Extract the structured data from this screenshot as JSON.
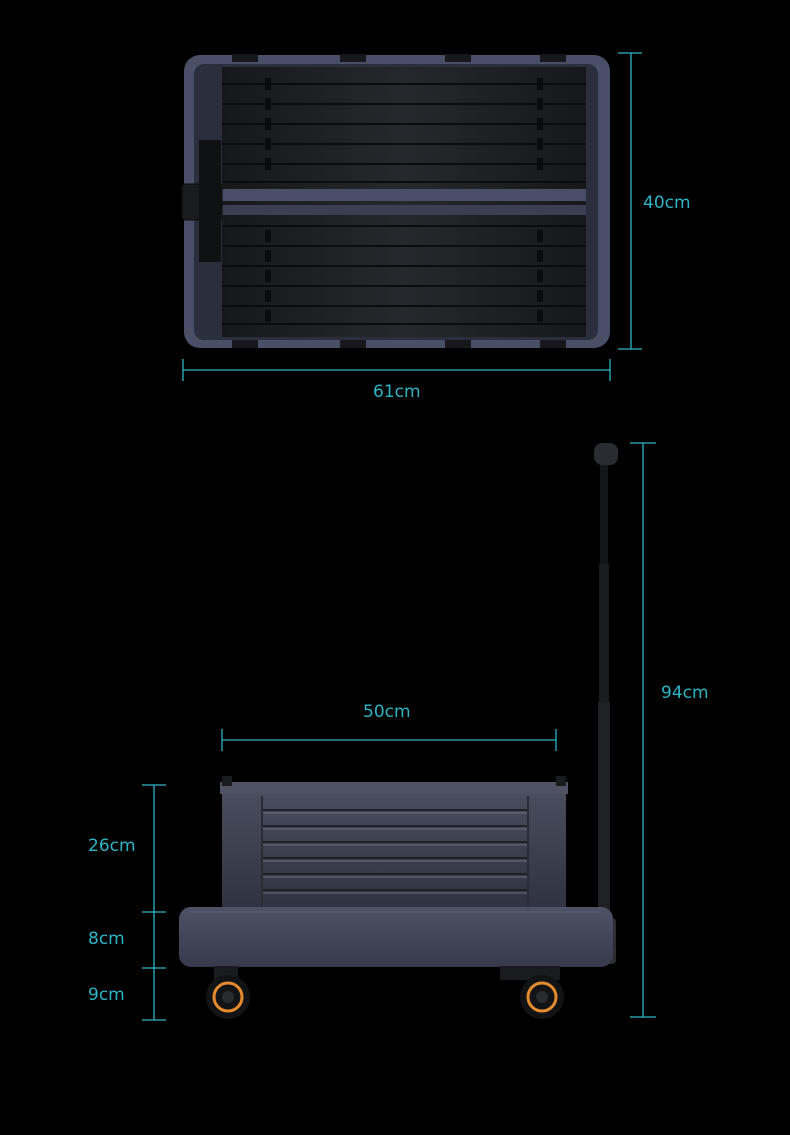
{
  "top_view": {
    "width_label": "61cm",
    "depth_label": "40cm"
  },
  "side_view": {
    "length_label": "50cm",
    "bin_height_label": "26cm",
    "base_height_label": "8cm",
    "wheel_height_label": "9cm",
    "total_height_label": "94cm"
  },
  "colors": {
    "background": "#000000",
    "dimension_line": "#2fb4c6",
    "frame": "#4a4f68",
    "bin_dark": "#1e2023",
    "wheel_accent": "#e48a2f"
  }
}
